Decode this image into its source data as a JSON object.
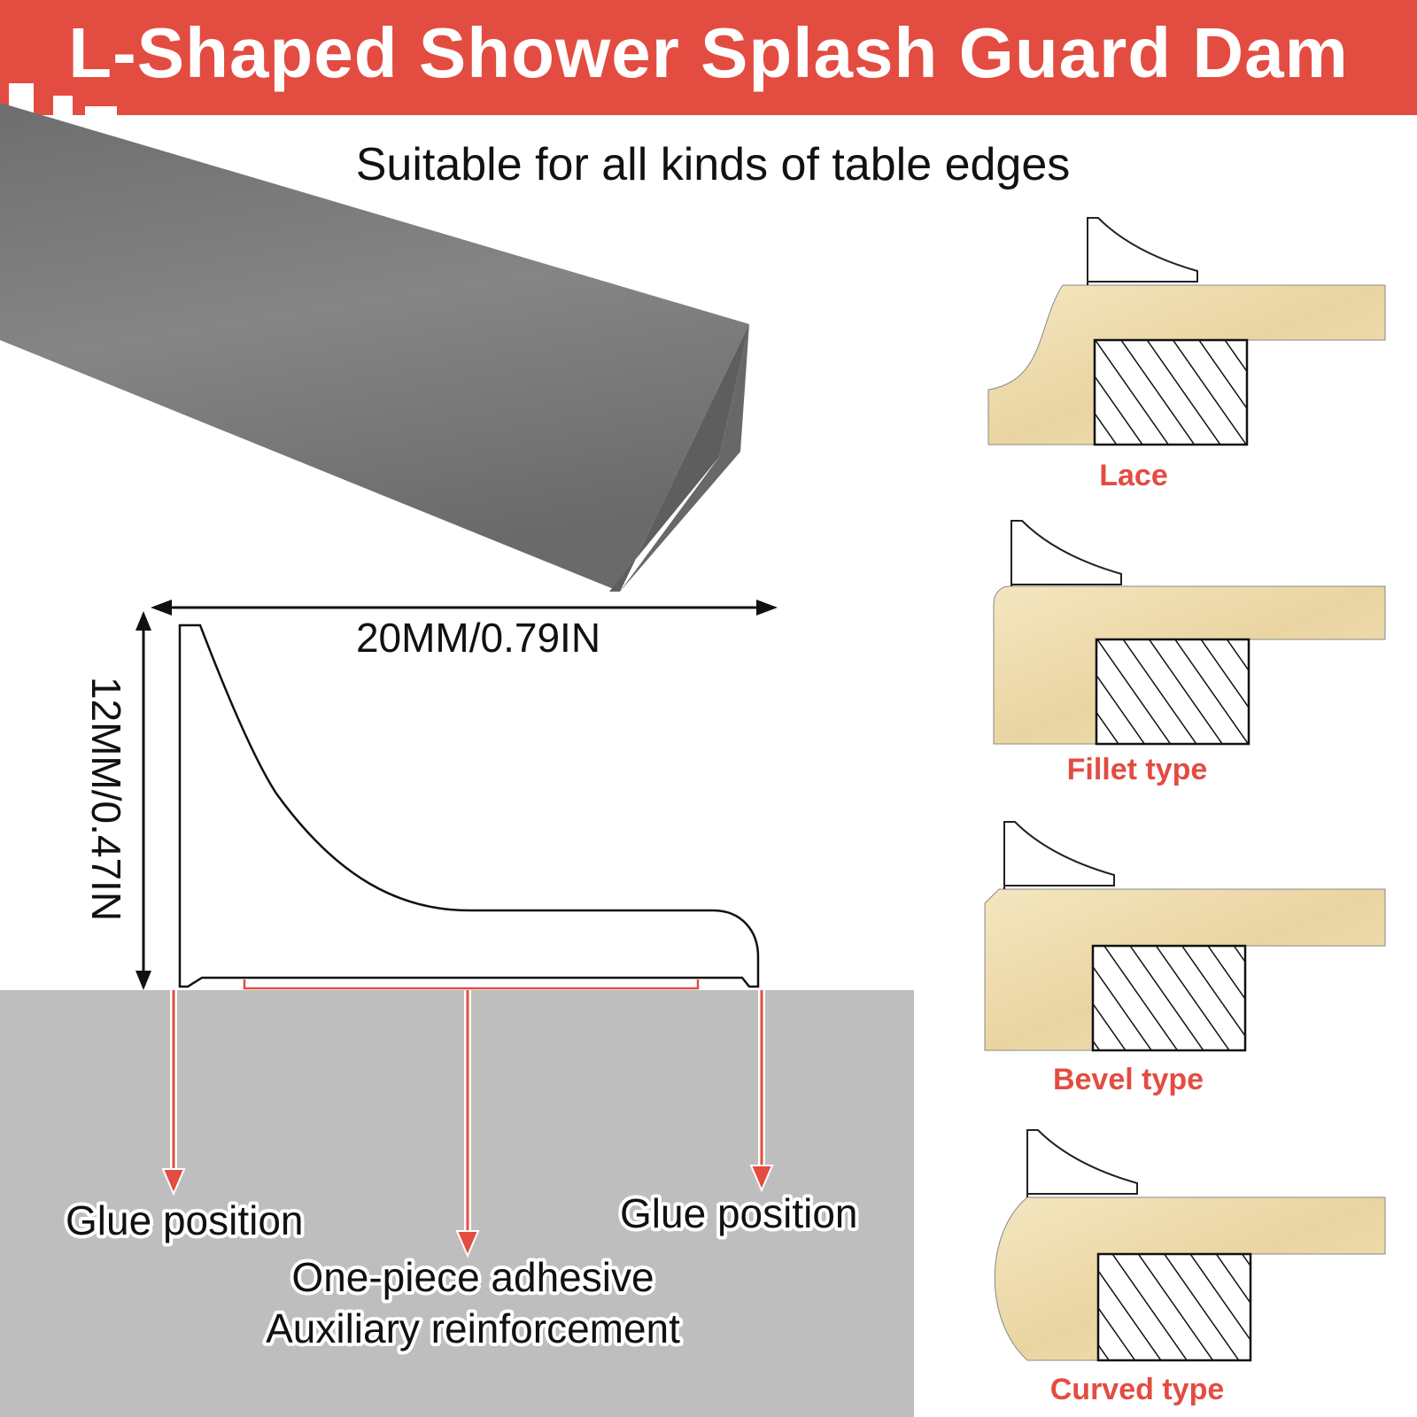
{
  "title": "L-Shaped Shower Splash Guard Dam",
  "subtitle": "Suitable for all kinds of table edges",
  "dimensions": {
    "width_label": "20MM/0.79IN",
    "height_label": "12MM/0.47IN"
  },
  "callouts": {
    "glue_left": "Glue position",
    "glue_right": "Glue position",
    "adhesive_line1": "One-piece adhesive",
    "adhesive_line2": "Auxiliary reinforcement"
  },
  "edge_types": [
    {
      "label": "Lace"
    },
    {
      "label": "Fillet type"
    },
    {
      "label": "Bevel type"
    },
    {
      "label": "Curved type"
    }
  ],
  "colors": {
    "banner": "#e34c41",
    "product": "#7a7a7a",
    "ground": "#bebebe",
    "arrow": "#e34c41",
    "marble": "#efdcae",
    "label_red": "#e34c41"
  }
}
